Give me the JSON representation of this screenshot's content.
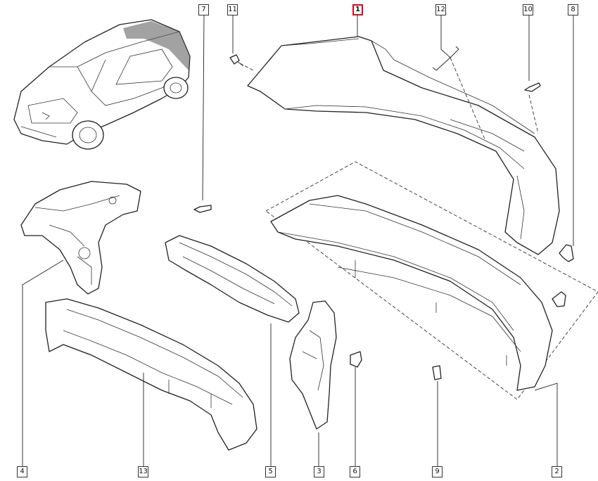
{
  "callouts": [
    {
      "id": "c1",
      "label": "1",
      "highlighted": true
    },
    {
      "id": "c2",
      "label": "2"
    },
    {
      "id": "c3",
      "label": "3"
    },
    {
      "id": "c4",
      "label": "4"
    },
    {
      "id": "c5",
      "label": "5"
    },
    {
      "id": "c6",
      "label": "6"
    },
    {
      "id": "c7",
      "label": "7"
    },
    {
      "id": "c8",
      "label": "8"
    },
    {
      "id": "c9",
      "label": "9"
    },
    {
      "id": "c10",
      "label": "10"
    },
    {
      "id": "c11",
      "label": "11"
    },
    {
      "id": "c12",
      "label": "12"
    },
    {
      "id": "c13",
      "label": "13"
    }
  ],
  "colors": {
    "highlight": "#e0001b",
    "line": "#222222",
    "background": "#ffffff"
  }
}
